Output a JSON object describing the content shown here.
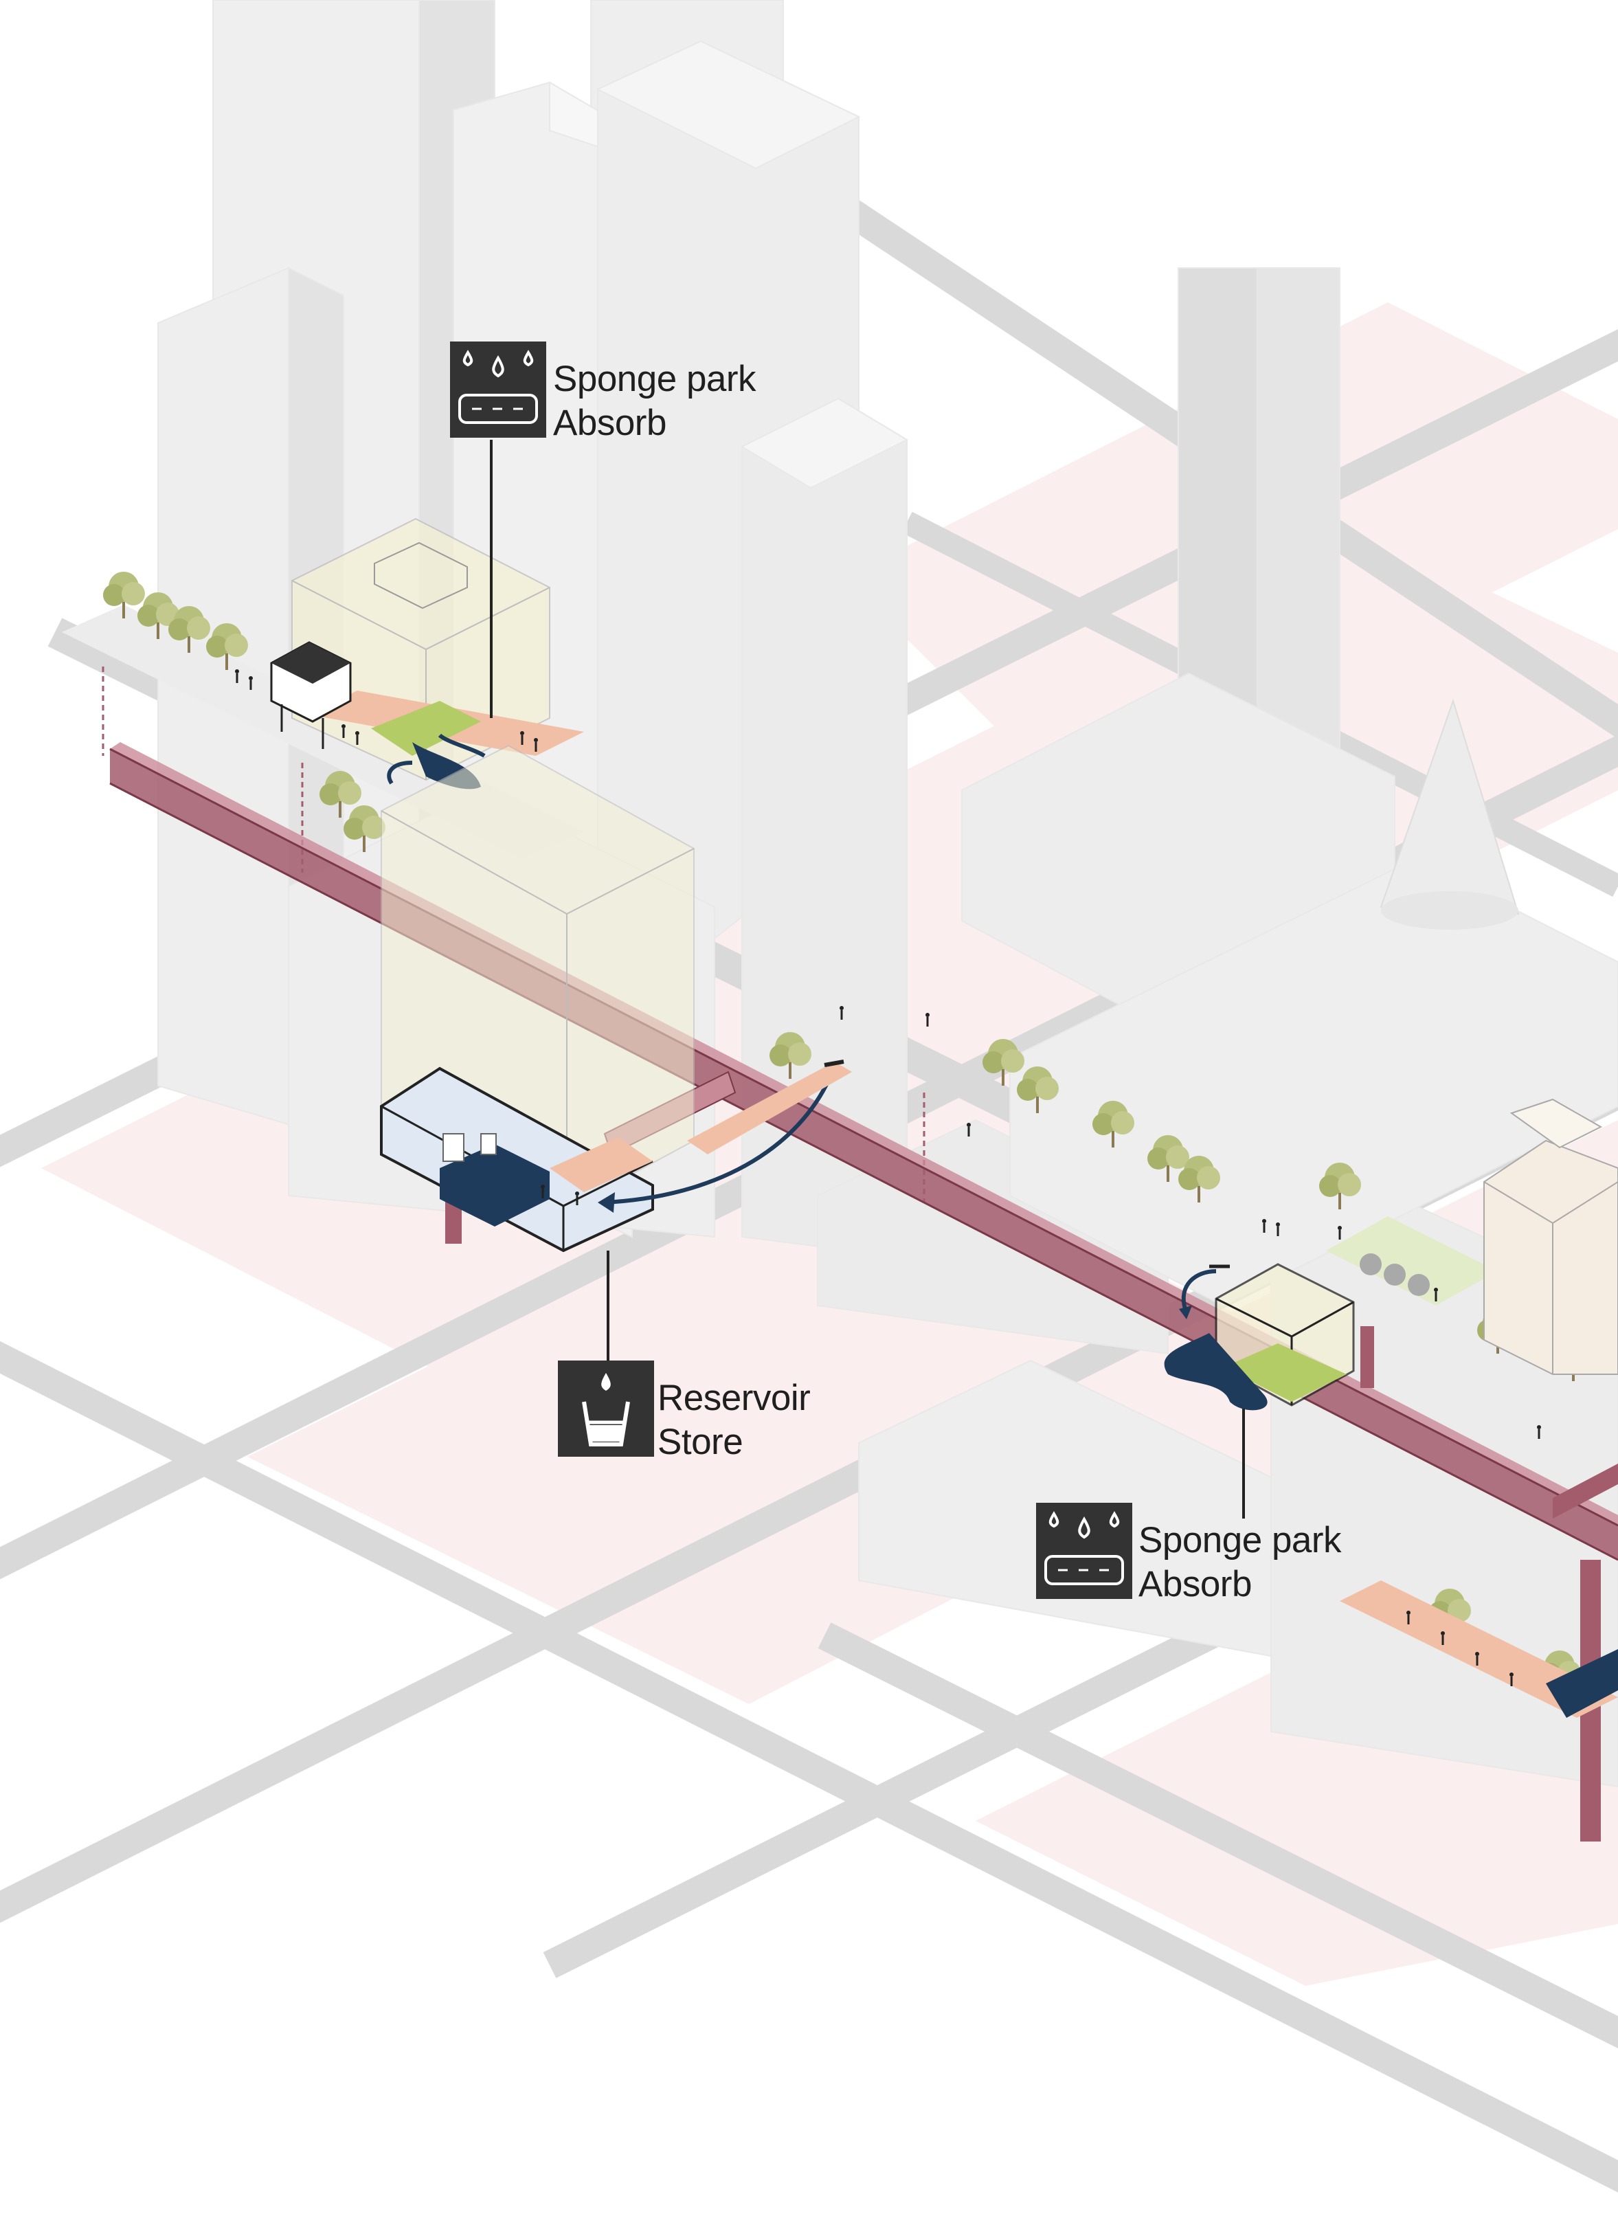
{
  "callouts": [
    {
      "id": "sponge-park-1",
      "icon": "sponge-park-icon",
      "title": "Sponge park",
      "action": "Absorb"
    },
    {
      "id": "reservoir",
      "icon": "reservoir-icon",
      "title": "Reservoir",
      "action": "Store"
    },
    {
      "id": "sponge-park-2",
      "icon": "sponge-park-icon",
      "title": "Sponge park",
      "action": "Absorb"
    }
  ],
  "colors": {
    "background": "#ffffff",
    "road": "#d9d9d9",
    "block_pink": "#fbeeee",
    "tower": "#e6e6e6",
    "pipe": "#a35c6c",
    "pipe_dark": "#7a3848",
    "water": "#1f3b5c",
    "walkway": "#f0bfa6",
    "building_glass": "#f3efd3",
    "green": "#b3cc66",
    "tree": "#b6bf7c",
    "icon_bg": "#333333",
    "text": "#1f1f1f"
  }
}
